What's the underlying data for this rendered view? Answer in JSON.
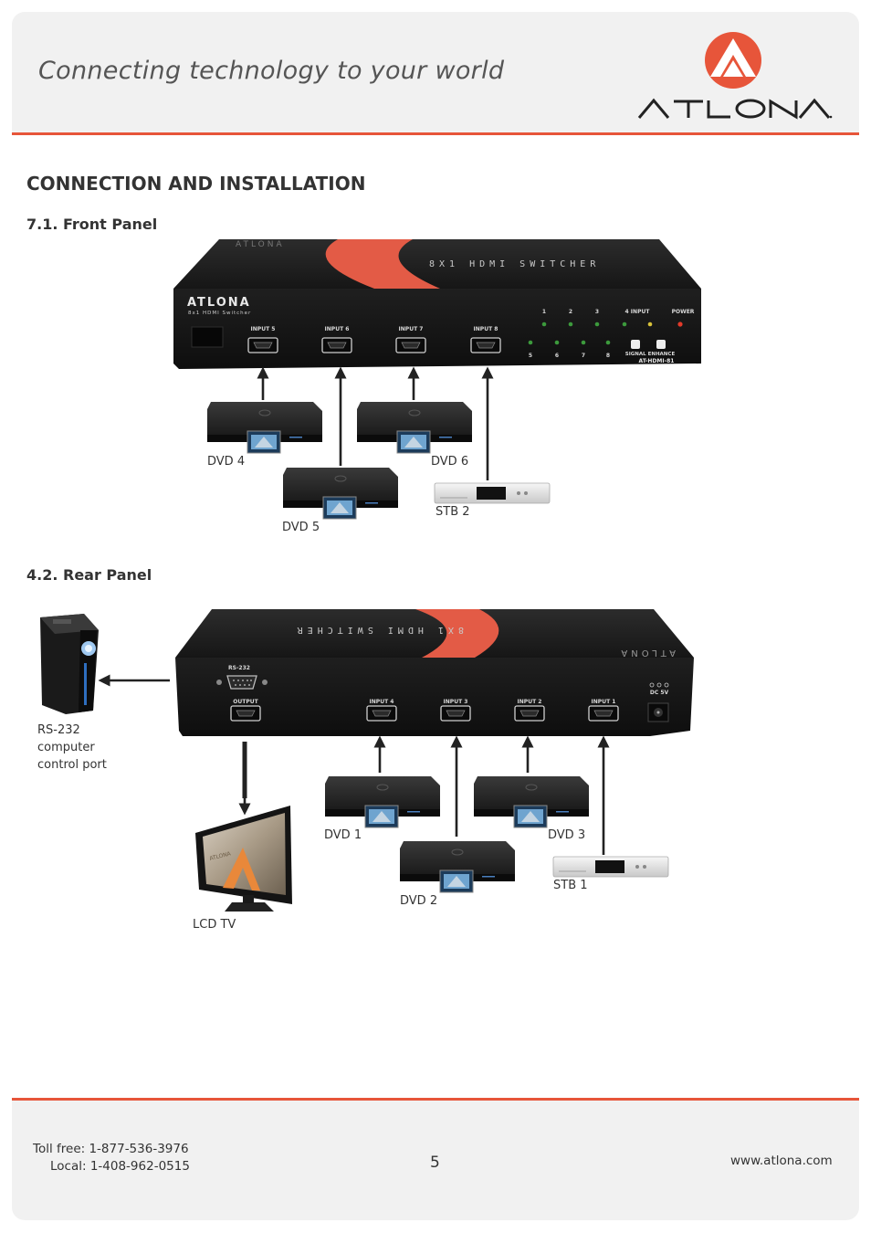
{
  "header": {
    "tagline": "Connecting technology to your world",
    "logo_text": "ATLONA",
    "accent_color": "#e7553a"
  },
  "section_title": "CONNECTION AND INSTALLATION",
  "front_panel": {
    "title": "7.1. Front Panel",
    "device_brand": "ATLONA",
    "device_model_text": "8x1 HDMI Switcher",
    "lid_text": "8X1 HDMI SWITCHER",
    "port_labels": [
      "INPUT 5",
      "INPUT 6",
      "INPUT 7",
      "INPUT 8"
    ],
    "led_top_labels": [
      "1",
      "2",
      "3",
      "4 INPUT",
      "POWER"
    ],
    "led_bottom_labels": [
      "5",
      "6",
      "7",
      "8"
    ],
    "button_label": "SIGNAL ENHANCE",
    "model_number": "AT-HDMI-81",
    "devices": [
      "DVD 4",
      "DVD 6",
      "DVD 5",
      "STB 2"
    ]
  },
  "rear_panel": {
    "title": "4.2. Rear Panel",
    "lid_text": "8X1 HDMI SWITCHER",
    "lid_brand": "ATLONA",
    "rs232_label": "RS-232",
    "output_label": "OUTPUT",
    "port_labels": [
      "INPUT 4",
      "INPUT 3",
      "INPUT 2",
      "INPUT 1"
    ],
    "dc_label": "DC 5V",
    "pc_caption": [
      "RS-232",
      "computer",
      "control port"
    ],
    "devices": [
      "DVD 1",
      "DVD 3",
      "DVD 2",
      "STB 1",
      "LCD TV"
    ]
  },
  "footer": {
    "toll_free": "Toll free: 1-877-536-3976",
    "local": "Local: 1-408-962-0515",
    "page_number": "5",
    "website": "www.atlona.com"
  }
}
